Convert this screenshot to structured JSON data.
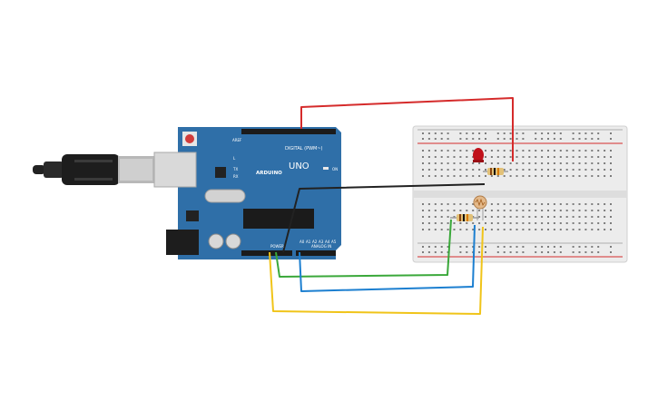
{
  "board": {
    "brand": "ARDUINO",
    "model": "UNO",
    "digital_header_label": "DIGITAL (PWM~)",
    "power_label": "POWER",
    "analog_label": "ANALOG IN",
    "on_label": "ON",
    "tx_label": "TX",
    "rx_label": "RX",
    "l_label": "L",
    "aref_label": "AREF",
    "analog_pins": [
      "A0",
      "A1",
      "A2",
      "A3",
      "A4",
      "A5"
    ]
  },
  "colors": {
    "board": "#2f6fa8",
    "wire_red": "#d52b2b",
    "wire_black": "#222222",
    "wire_green": "#3aa83a",
    "wire_blue": "#1c7fd0",
    "wire_yellow": "#f0c419",
    "led": "#c0121b",
    "breadboard": "#ececec",
    "rail_red": "#d52b2b"
  },
  "icons": [
    "usb-cable-icon",
    "power-jack-icon",
    "reset-button-icon"
  ]
}
